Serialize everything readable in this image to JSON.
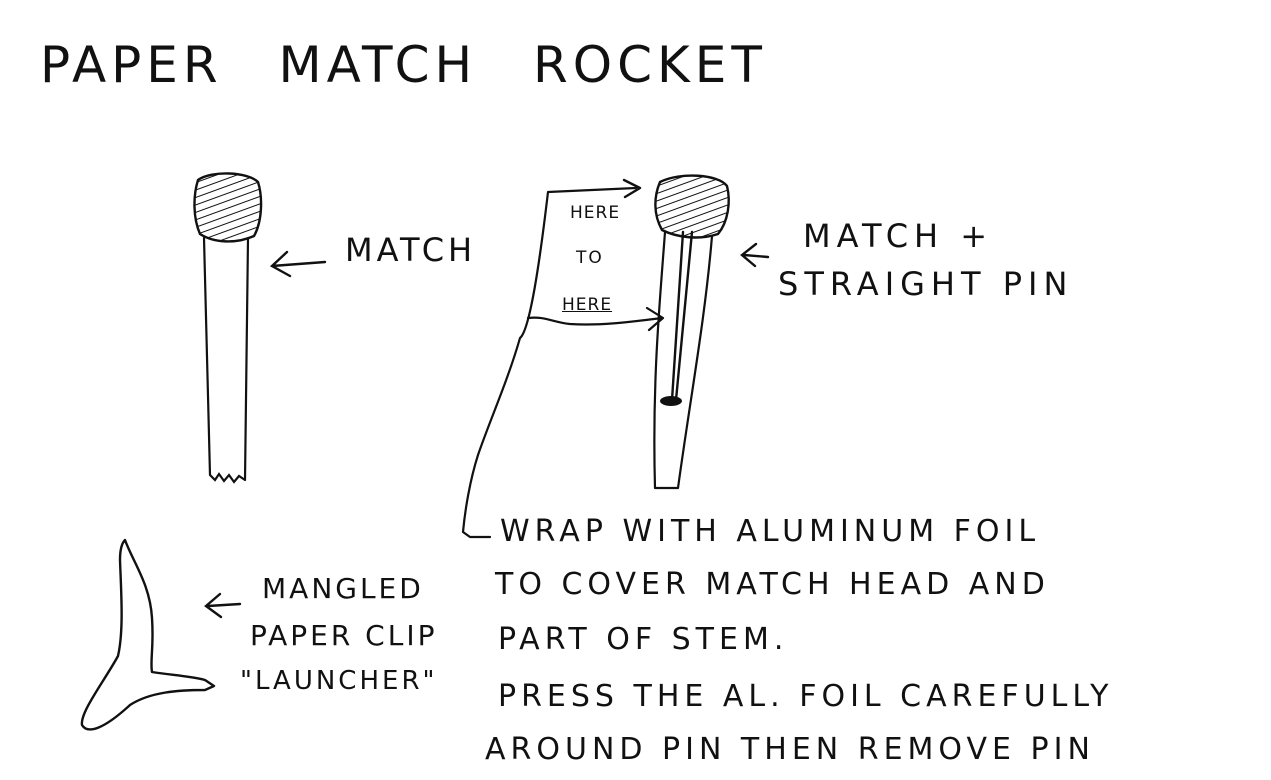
{
  "title": "PAPER MATCH ROCKET",
  "labels": {
    "match": "MATCH",
    "match_pin_line1": "MATCH +",
    "match_pin_line2": "STRAIGHT PIN",
    "here_top": "HERE",
    "to": "TO",
    "here_bottom": "HERE",
    "clip_line1": "MANGLED",
    "clip_line2": "PAPER CLIP",
    "clip_line3": "\"LAUNCHER\""
  },
  "instructions": [
    "WRAP WITH ALUMINUM FOIL",
    "TO COVER MATCH HEAD AND",
    "PART OF STEM.",
    "PRESS THE AL. FOIL CAREFULLY",
    "AROUND PIN THEN REMOVE PIN"
  ],
  "colors": {
    "ink": "#111111",
    "paper": "#ffffff"
  }
}
